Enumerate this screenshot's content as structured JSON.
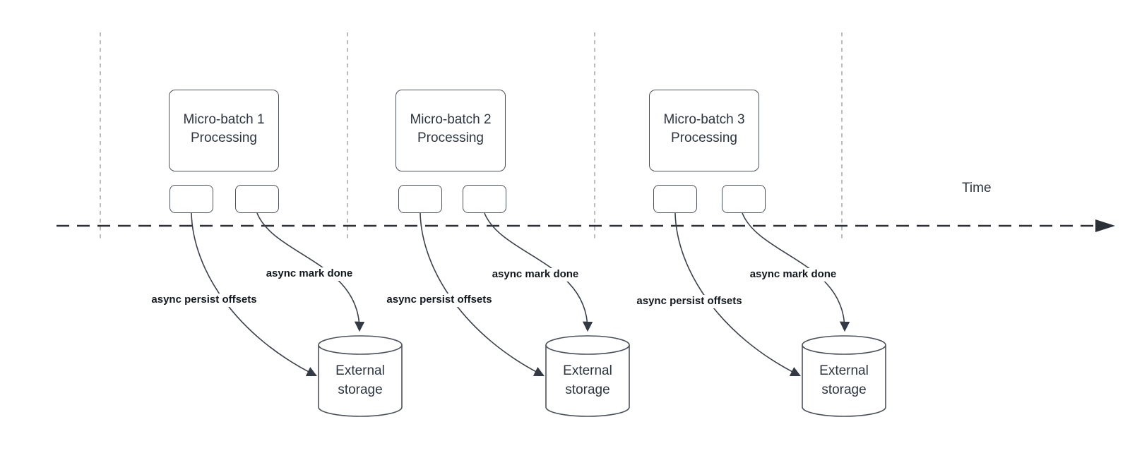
{
  "diagram": {
    "timeline": {
      "label": "Time"
    },
    "batches": [
      {
        "process_title": "Micro-batch 1",
        "process_subtitle": "Processing",
        "flows": {
          "persist": "async persist offsets",
          "done": "async mark done"
        },
        "storage": {
          "line1": "External",
          "line2": "storage"
        }
      },
      {
        "process_title": "Micro-batch 2",
        "process_subtitle": "Processing",
        "flows": {
          "persist": "async persist offsets",
          "done": "async mark done"
        },
        "storage": {
          "line1": "External",
          "line2": "storage"
        }
      },
      {
        "process_title": "Micro-batch 3",
        "process_subtitle": "Processing",
        "flows": {
          "persist": "async persist offsets",
          "done": "async mark done"
        },
        "storage": {
          "line1": "External",
          "line2": "storage"
        }
      }
    ],
    "colors": {
      "background": "#ffffff",
      "shape_stroke": "#4c525b",
      "shape_text": "#2d3540",
      "flow_stroke": "#3a414b",
      "flow_label_text": "#13181f",
      "axis_stroke": "#2b2f36",
      "guide_stroke": "#a9abae"
    }
  }
}
